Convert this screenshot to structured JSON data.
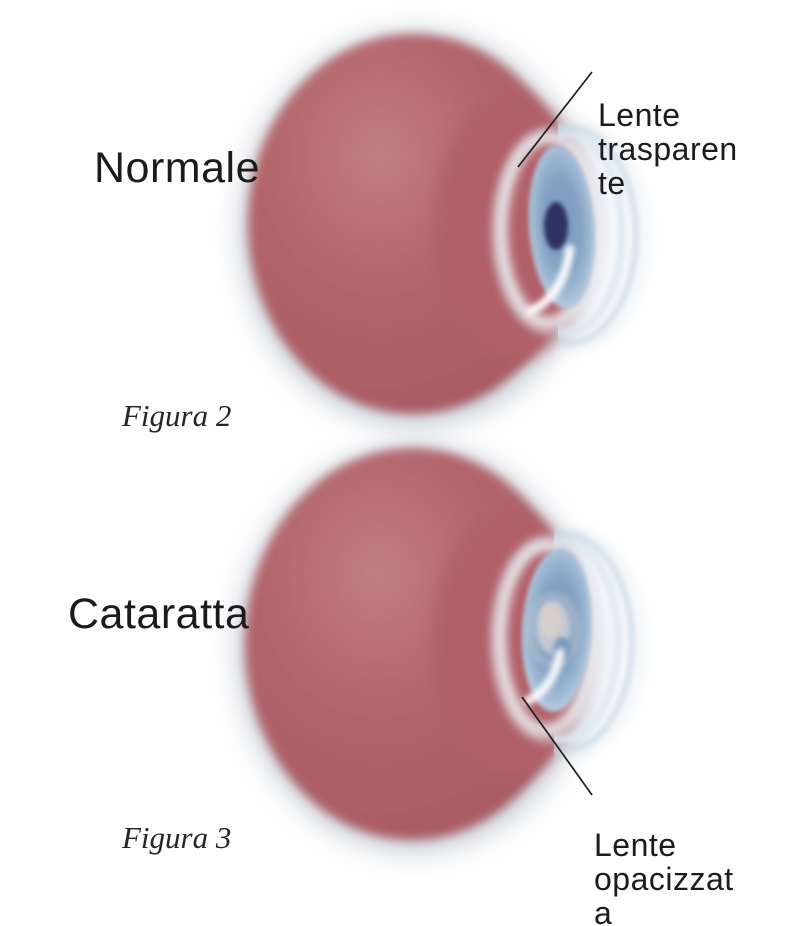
{
  "figure": {
    "normal": {
      "label": "Normale",
      "caption": "Figura 2",
      "annotation": "Lente\ntrasparen\nte"
    },
    "cataract": {
      "label": "Cataratta",
      "caption": "Figura 3",
      "annotation": "Lente\nopacizzat\na"
    }
  },
  "colors": {
    "eyeball_red": "#b0616a",
    "eyeball_highlight": "#c17e83",
    "halo_gray_blue": "#93a1b3",
    "iris_blue": "#7e9cbe",
    "iris_rim_light": "#b9cde0",
    "pupil_navy": "#2d3160",
    "cataract_cloud_gray": "#c9ced6",
    "cornea_tint": "#cfdde9",
    "leader_line": "#1f1f1f",
    "text": "#1c1c1c"
  }
}
